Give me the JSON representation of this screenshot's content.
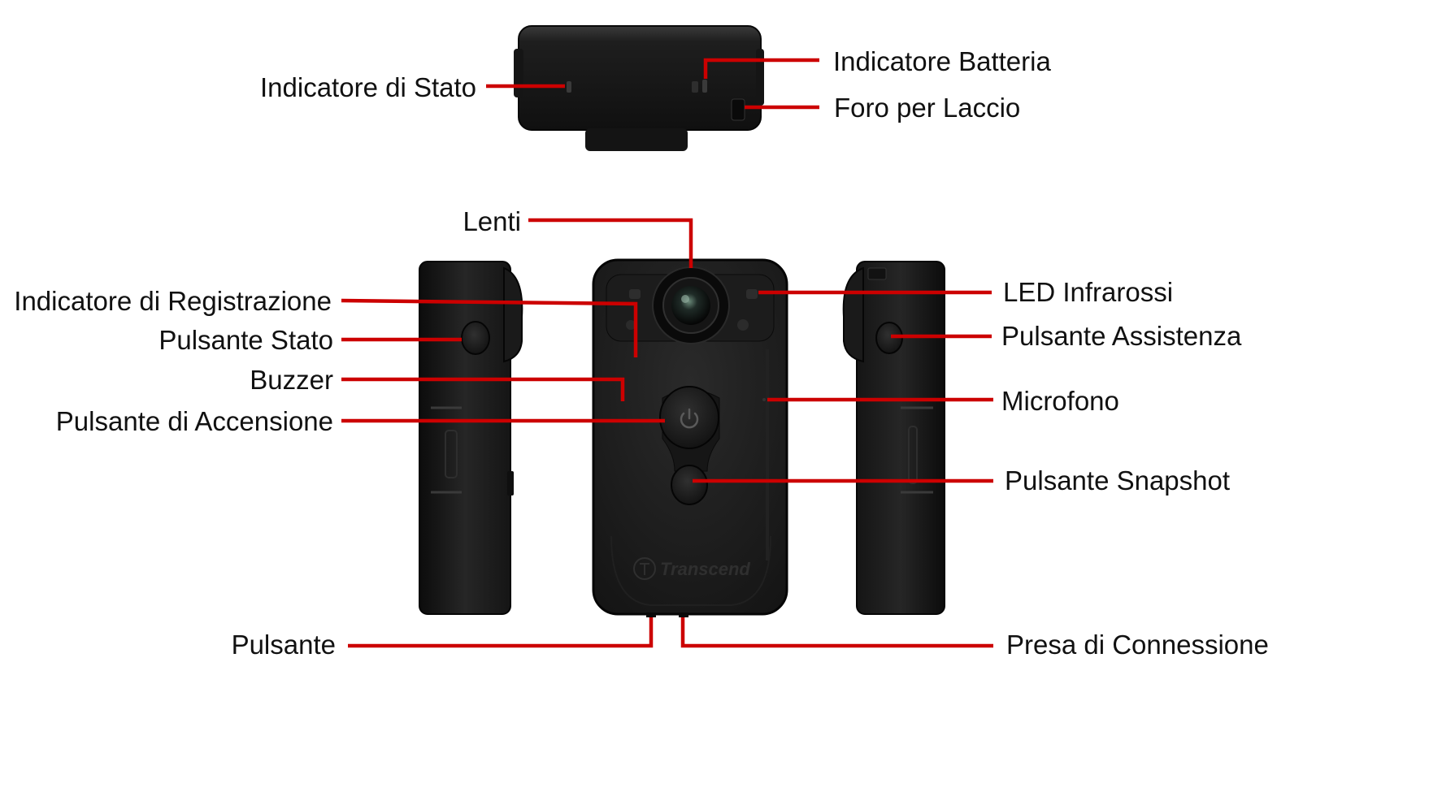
{
  "colors": {
    "leader": "#cc0000",
    "device_body": "#1b1b1b",
    "device_edge": "#0a0a0a",
    "label_text": "#111111"
  },
  "brand_logo": "Transcend",
  "labels": {
    "indicatore_stato": "Indicatore di Stato",
    "indicatore_batteria": "Indicatore Batteria",
    "foro_laccio": "Foro per Laccio",
    "lenti": "Lenti",
    "indicatore_registrazione": "Indicatore di Registrazione",
    "pulsante_stato": "Pulsante Stato",
    "buzzer": "Buzzer",
    "pulsante_accensione": "Pulsante di Accensione",
    "led_infrarossi": "LED Infrarossi",
    "pulsante_assistenza": "Pulsante Assistenza",
    "microfono": "Microfono",
    "pulsante_snapshot": "Pulsante Snapshot",
    "pulsante": "Pulsante",
    "presa_connessione": "Presa di Connessione"
  }
}
